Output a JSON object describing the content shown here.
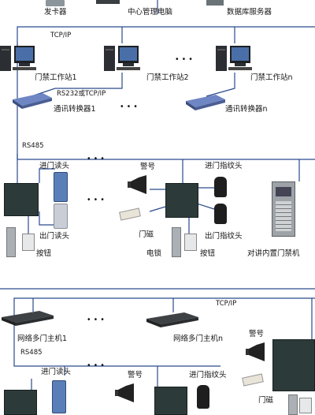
{
  "labels": {
    "card_issuer": "发卡器",
    "central_pc": "中心管理电脑",
    "db_server": "数据库服务器",
    "tcpip_top": "TCP/IP",
    "ws1": "门禁工作站1",
    "ws2": "门禁工作站2",
    "wsn": "门禁工作站n",
    "rs232": "RS232或TCP/IP",
    "conv1": "通讯转换器1",
    "convn": "通讯转换器n",
    "rs485_a": "RS485",
    "entry_reader_a": "进门读头",
    "exit_reader_a": "出门读头",
    "button_a": "按钮",
    "alarm_a": "警号",
    "door_sensor_a": "门磁",
    "elock_a": "电锁",
    "entry_finger_a": "进门指纹头",
    "exit_finger_a": "出门指纹头",
    "button_b": "按钮",
    "intercom": "对讲内置门禁机",
    "tcpip_bottom": "TCP/IP",
    "net_host1": "网络多门主机1",
    "net_hostn": "网络多门主机n",
    "rs485_b": "RS485",
    "alarm_c": "警号",
    "entry_reader_b": "进门读头",
    "alarm_b": "警号",
    "entry_finger_b": "进门指纹头",
    "door_sensor_b": "门磁"
  },
  "ellipsis": "• • •",
  "colors": {
    "line": "#2b4a8c",
    "device_dark": "#2d3a3a",
    "hub_blue": "#6f86c4"
  }
}
